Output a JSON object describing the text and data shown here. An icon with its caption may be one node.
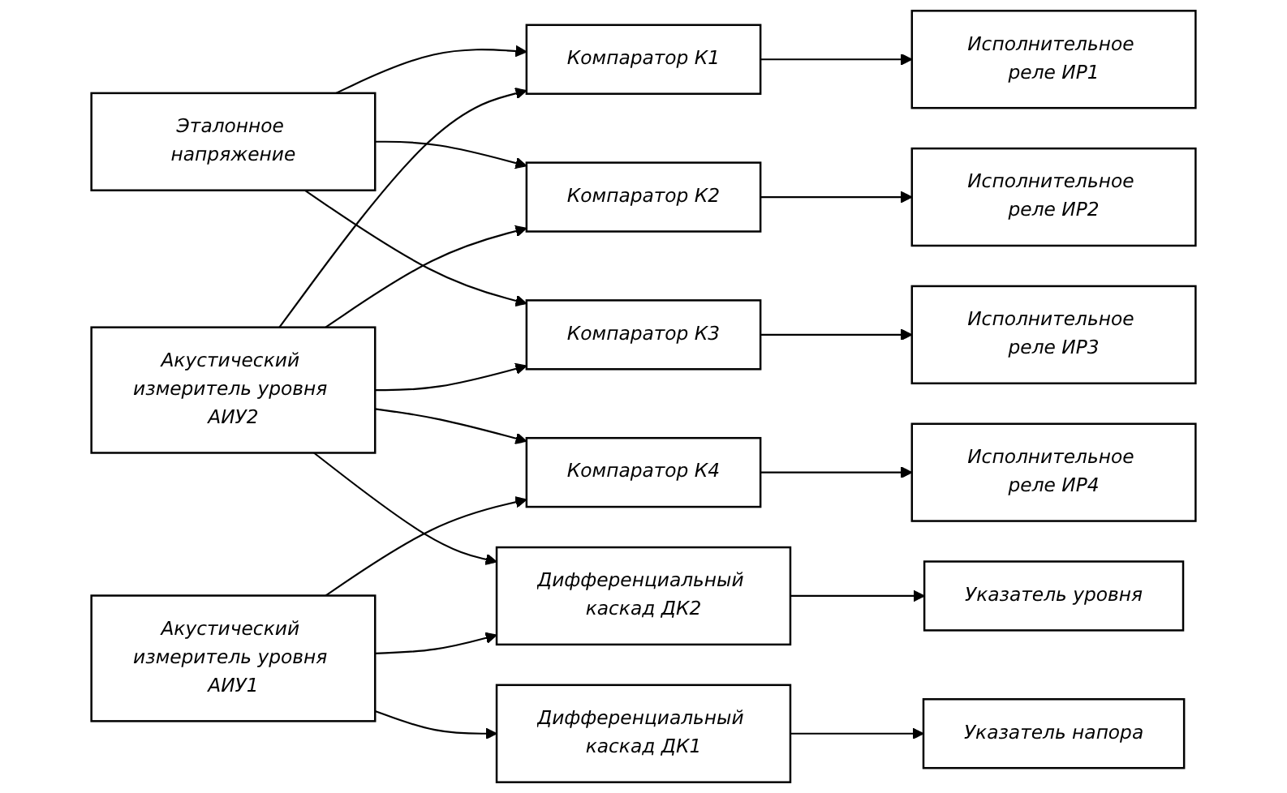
{
  "diagram": {
    "nodes": [
      {
        "text": [
          "Эталонное напряжение"
        ]
      },
      {
        "text": [
          "Компаратор К1"
        ]
      },
      {
        "text": [
          "Компаратор К2"
        ]
      },
      {
        "text": [
          "Компаратор К3"
        ]
      },
      {
        "text": [
          "Акустический измеритель уровня АИУ2"
        ]
      },
      {
        "text": [
          "Исполнительное реле ИР1"
        ]
      },
      {
        "text": [
          "Исполнительное реле ИР2"
        ]
      },
      {
        "text": [
          "Исполнительное реле ИР3"
        ]
      },
      {
        "text": [
          "Акустический измеритель уровня АИУ1"
        ]
      },
      {
        "text": [
          "Компаратор К4"
        ]
      },
      {
        "text": [
          "Исполнительное реле ИР4"
        ]
      },
      {
        "text": [
          "Дифференциальный каскад ДК1"
        ]
      },
      {
        "text": [
          "Указатель напора"
        ]
      },
      {
        "text": [
          "Дифференциальный каскад ДК2"
        ]
      },
      {
        "text": [
          "Указатель уровня"
        ]
      }
    ],
    "edges": [
      {
        "from": 0,
        "to": 1,
        "arrow": "to"
      },
      {
        "from": 0,
        "to": 2,
        "arrow": "to"
      },
      {
        "from": 0,
        "to": 3,
        "arrow": "to"
      },
      {
        "from": 4,
        "to": 1,
        "arrow": "to"
      },
      {
        "from": 4,
        "to": 2,
        "arrow": "to"
      },
      {
        "from": 4,
        "to": 3,
        "arrow": "to"
      },
      {
        "from": 4,
        "to": 9,
        "arrow": "to"
      },
      {
        "from": 4,
        "to": 13,
        "arrow": "to"
      },
      {
        "from": 1,
        "to": 5,
        "arrow": "to"
      },
      {
        "from": 2,
        "to": 6,
        "arrow": "to"
      },
      {
        "from": 3,
        "to": 7,
        "arrow": "to"
      },
      {
        "from": 8,
        "to": 9,
        "arrow": "to"
      },
      {
        "from": 8,
        "to": 11,
        "arrow": "to"
      },
      {
        "from": 8,
        "to": 13,
        "arrow": "to"
      },
      {
        "from": 9,
        "to": 10,
        "arrow": "to"
      },
      {
        "from": 11,
        "to": 12,
        "arrow": "to"
      },
      {
        "from": 13,
        "to": 14,
        "arrow": "to"
      }
    ]
  }
}
